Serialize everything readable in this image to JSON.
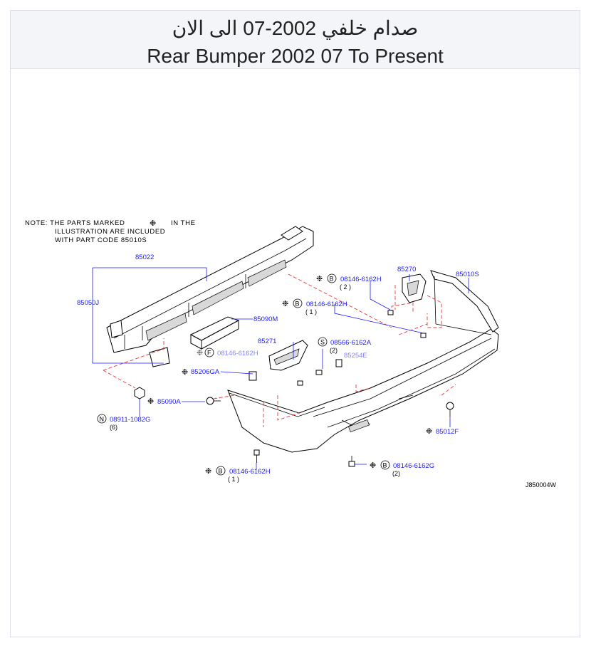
{
  "header": {
    "title_ar": "صدام خلفي 2002-07 الى الان",
    "title_en": "Rear Bumper 2002 07 To Present"
  },
  "note": {
    "line1_a": "NOTE:  THE  PARTS  MARKED",
    "line1_b": "IN  THE",
    "line2": "ILLUSTRATION  ARE  INCLUDED",
    "line3": "WITH  PART  CODE  85010S"
  },
  "symbols": {
    "asterisk": "❉"
  },
  "parts": {
    "p85022": "85022",
    "p85050J": "85050J",
    "p85090M": "85090M",
    "p85271": "85271",
    "p85270": "85270",
    "p85010S": "85010S",
    "p85206GA": "85206GA",
    "p85090A": "85090A",
    "p85012F": "85012F",
    "p08911": "08911-1082G",
    "p08911_qty": "(6)",
    "p08146_top": "08146-6162H",
    "p08146_top_qty": "( 2 )",
    "p08146_mid": "08146-6162H",
    "p08146_mid_qty": "( 1 )",
    "p08566": "08566-6162A",
    "p08566_qty": "(2)",
    "p08146_bot": "08146-6162H",
    "p08146_bot_qty": "( 1 )",
    "p08146_g": "08146-6162G",
    "p08146_g_qty": "(2)",
    "p_obscured_left": "08146-6162H",
    "p_obscured_right": "85254E"
  },
  "badges": {
    "B": "B",
    "S": "S",
    "N": "N",
    "F": "F"
  },
  "diagram_code": "J850004W"
}
